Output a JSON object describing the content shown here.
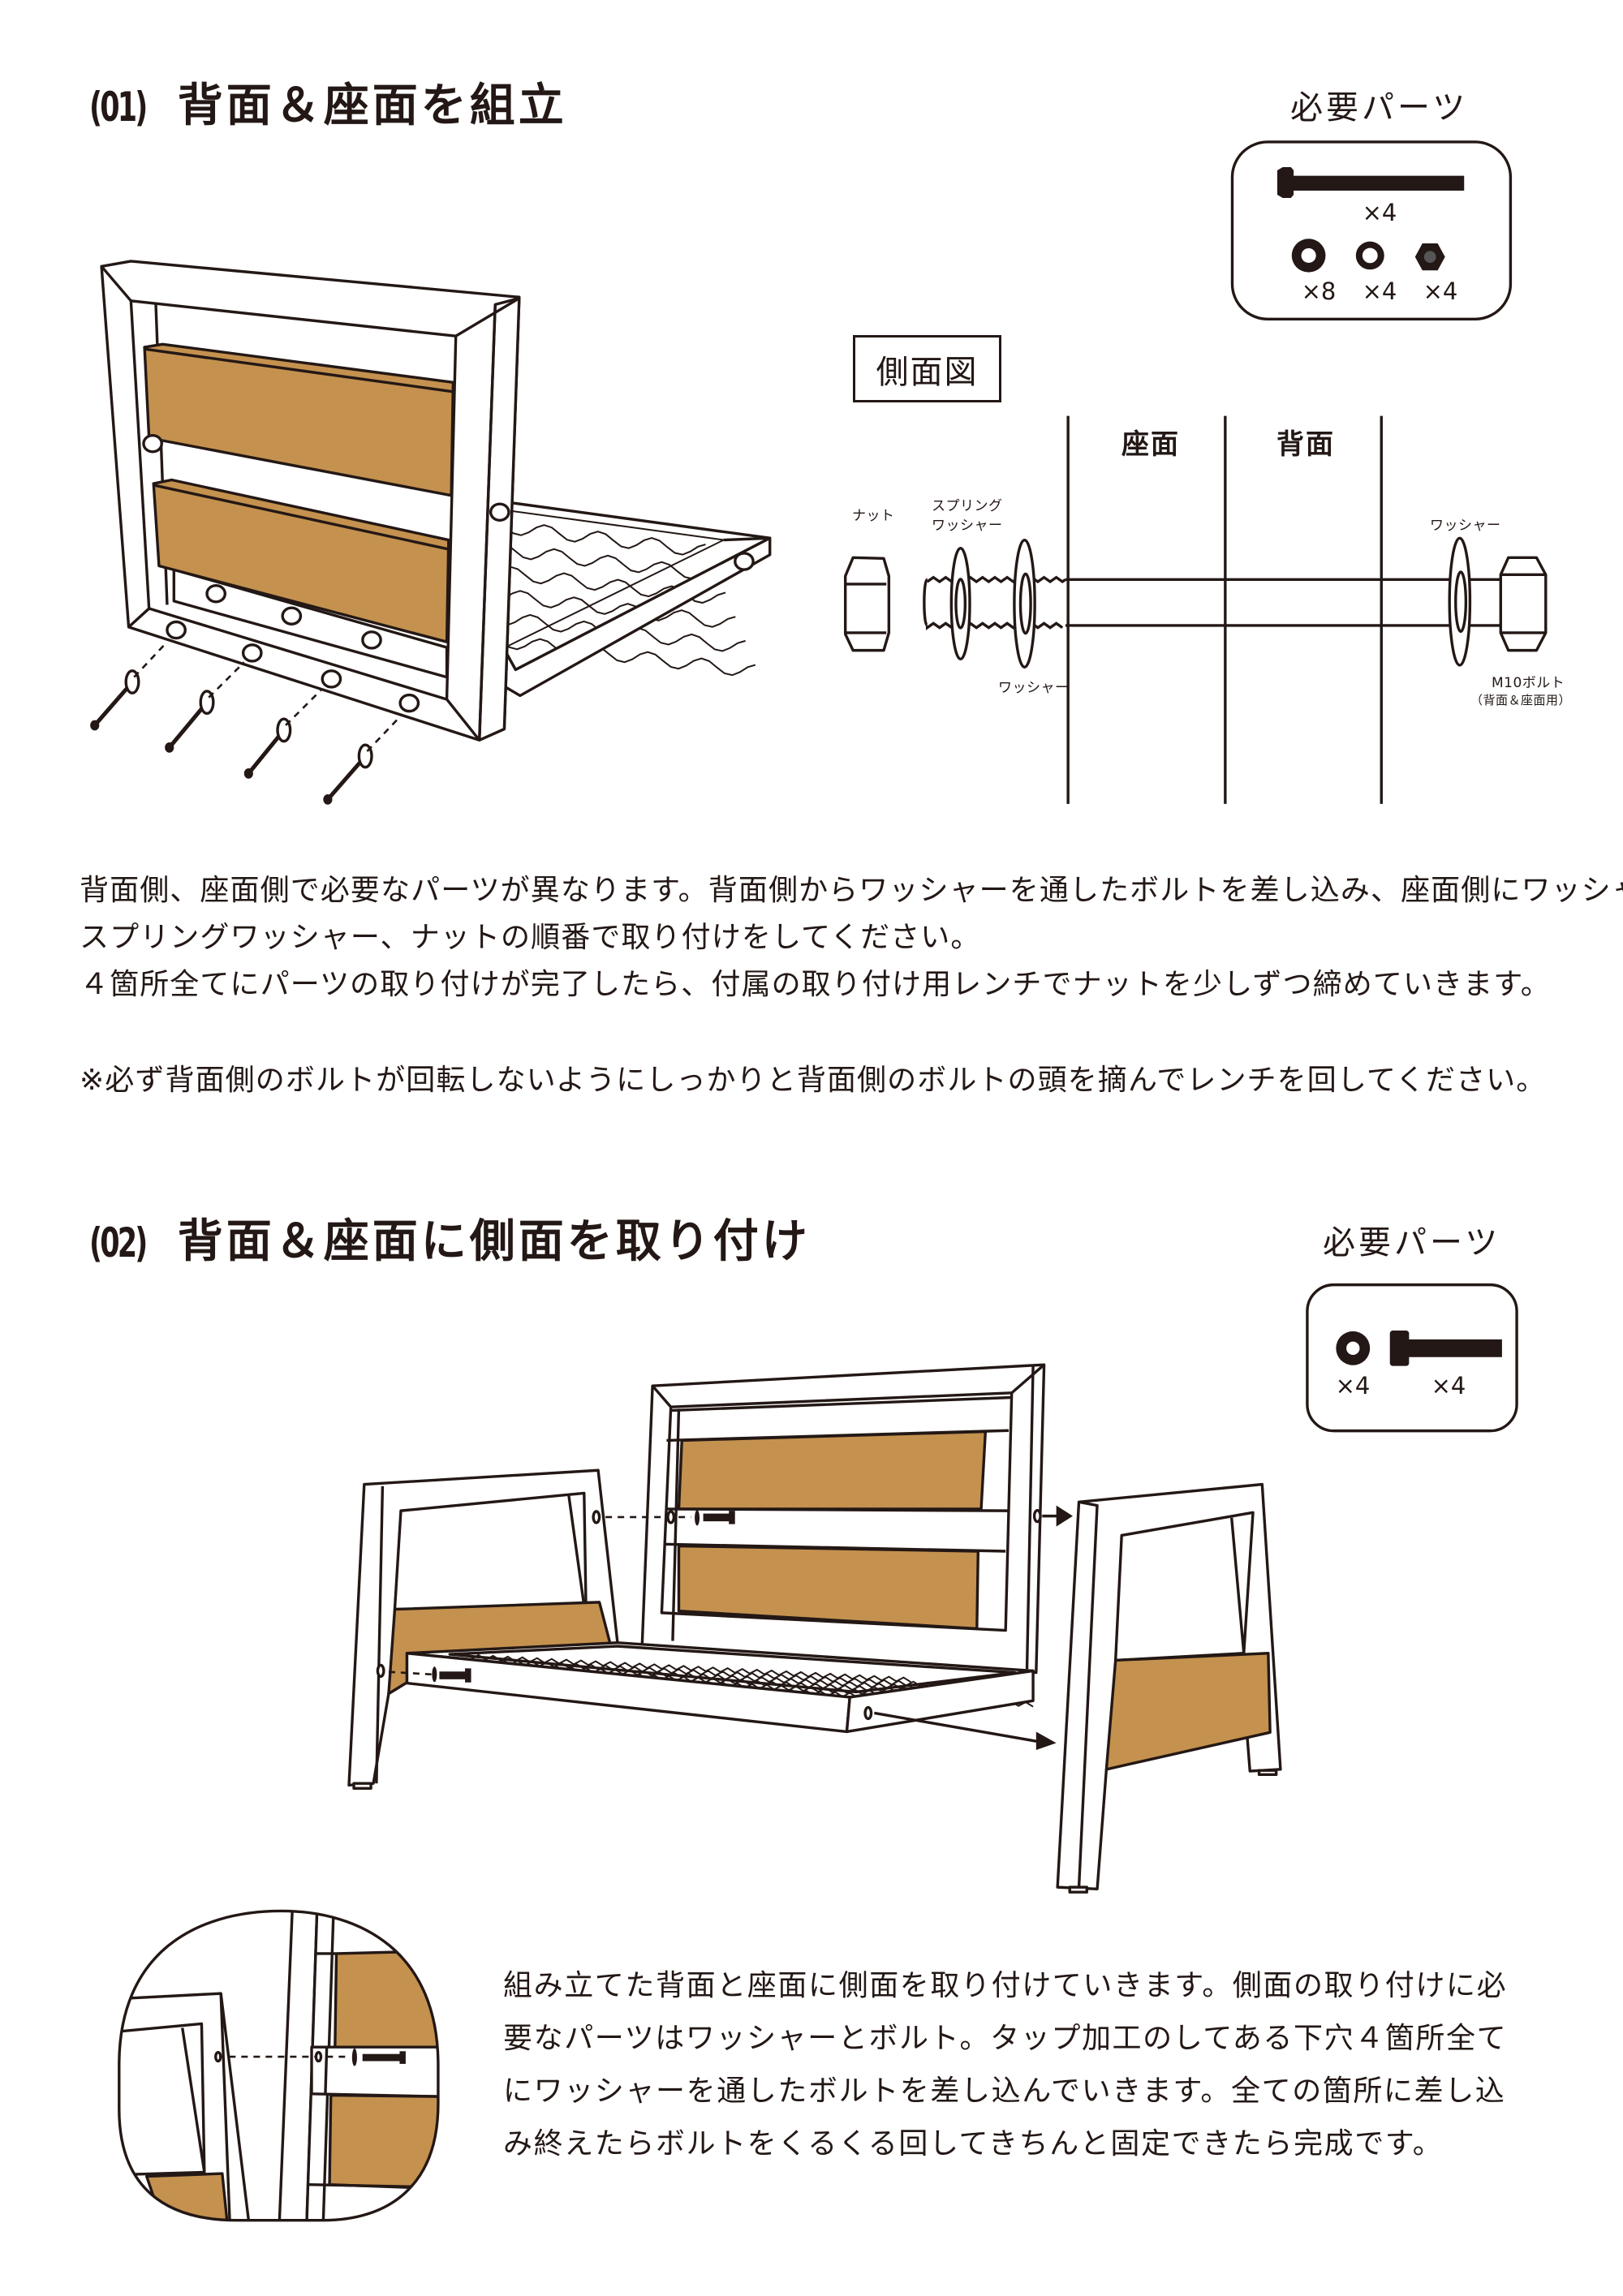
{
  "colors": {
    "ink": "#231815",
    "wood": "#c4914f"
  },
  "section1": {
    "number": "(01)",
    "title": "背面＆座面を組立",
    "parts_heading": "必要パーツ",
    "parts": [
      {
        "icon": "bolt-icon",
        "qty": "×4"
      },
      {
        "icon": "washer-icon",
        "qty": "×8"
      },
      {
        "icon": "spring-washer-icon",
        "qty": "×4"
      },
      {
        "icon": "nut-icon",
        "qty": "×4"
      }
    ],
    "side_view": {
      "title": "側面図",
      "col_seat": "座面",
      "col_back": "背面",
      "label_nut": "ナット",
      "label_spring_washer_1": "スプリング",
      "label_spring_washer_2": "ワッシャー",
      "label_washer_front": "ワッシャー",
      "label_washer_back": "ワッシャー",
      "label_bolt": "M10ボルト",
      "label_bolt_note": "（背面＆座面用）"
    },
    "lines": [
      "背面側、座面側で必要なパーツが異なります。背面側からワッシャーを通したボルトを差し込み、座面側にワッシャー、",
      "スプリングワッシャー、ナットの順番で取り付けをしてください。",
      "４箇所全てにパーツの取り付けが完了したら、付属の取り付け用レンチでナットを少しずつ締めていきます。",
      "※必ず背面側のボルトが回転しないようにしっかりと背面側のボルトの頭を摘んでレンチを回してください。"
    ]
  },
  "section2": {
    "number": "(02)",
    "title": "背面＆座面に側面を取り付け",
    "parts_heading": "必要パーツ",
    "parts": [
      {
        "icon": "washer-icon",
        "qty": "×4"
      },
      {
        "icon": "bolt-icon",
        "qty": "×4"
      }
    ],
    "lines": [
      "組み立てた背面と座面に側面を取り付けていきます。側面の取り付けに必",
      "要なパーツはワッシャーとボルト。タップ加工のしてある下穴４箇所全て",
      "にワッシャーを通したボルトを差し込んでいきます。全ての箇所に差し込",
      "み終えたらボルトをくるくる回してきちんと固定できたら完成です。"
    ]
  }
}
